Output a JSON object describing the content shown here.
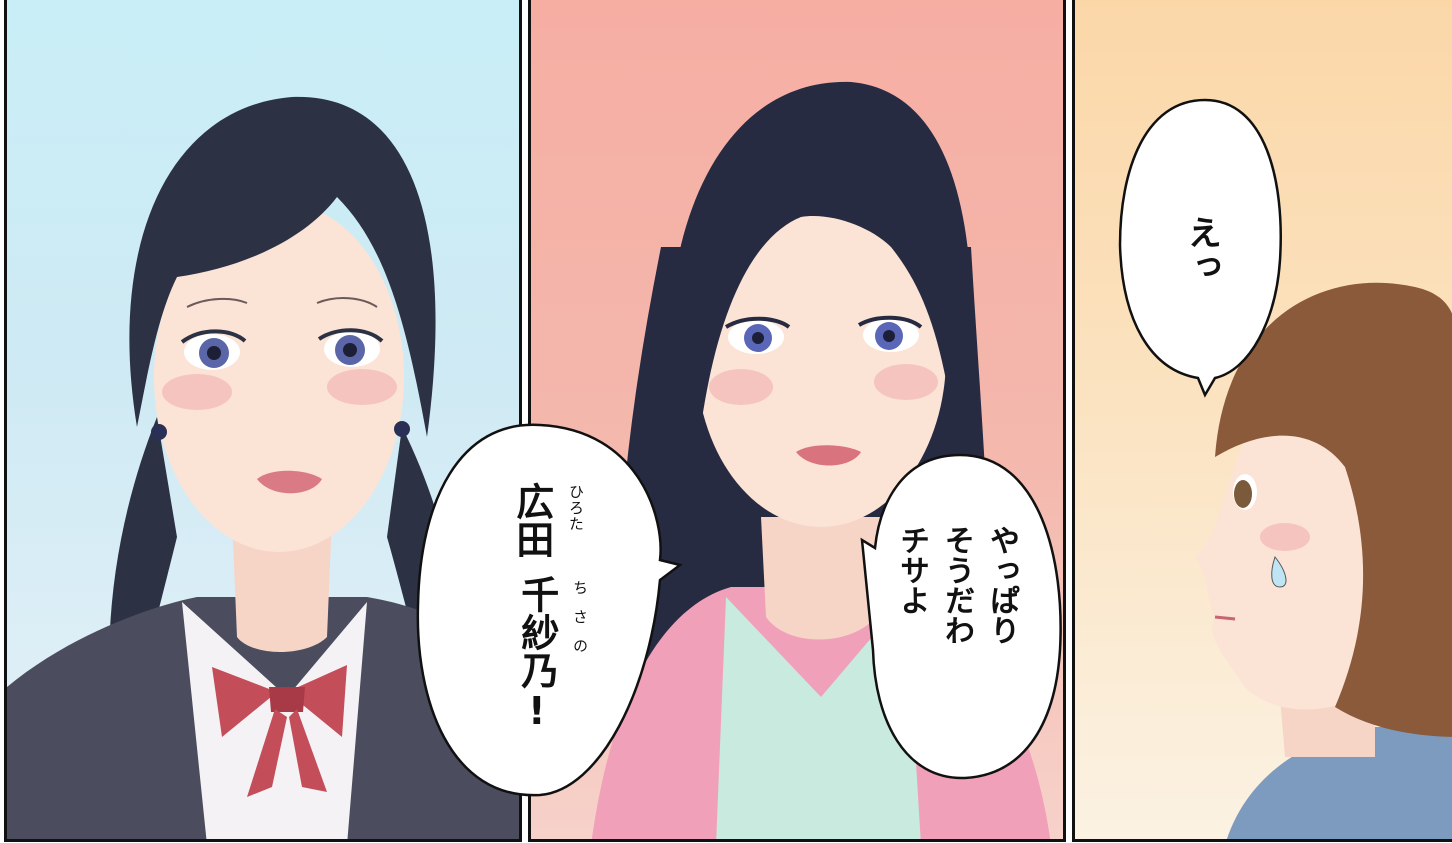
{
  "panels": [
    {
      "id": "panel-1",
      "character": "girl-twin-tails-uniform"
    },
    {
      "id": "panel-2",
      "character": "woman-long-hair"
    },
    {
      "id": "panel-3",
      "character": "girl-bob-hair"
    }
  ],
  "bubbles": {
    "name_call": {
      "col1": "広田",
      "col2": "千紗乃!",
      "ruby1": "ひろた",
      "ruby2": "ちさの"
    },
    "yappari": {
      "col1": "やっぱり",
      "col2": "そうだわ",
      "col3": "チサよ"
    },
    "e": {
      "text": "えっ"
    }
  },
  "colors": {
    "panel1_sky": "#c9eef7",
    "panel2_bg": "#f6aea3",
    "panel3_bg": "#fbd7a8",
    "hair_dark": "#2c3244",
    "hair_brown": "#8a5a3a",
    "skin": "#fbe3d6",
    "blazer": "#4b4d5e",
    "bow": "#c44d5a",
    "cardigan": "#f0a0b8",
    "top_mint": "#c8eadf"
  }
}
